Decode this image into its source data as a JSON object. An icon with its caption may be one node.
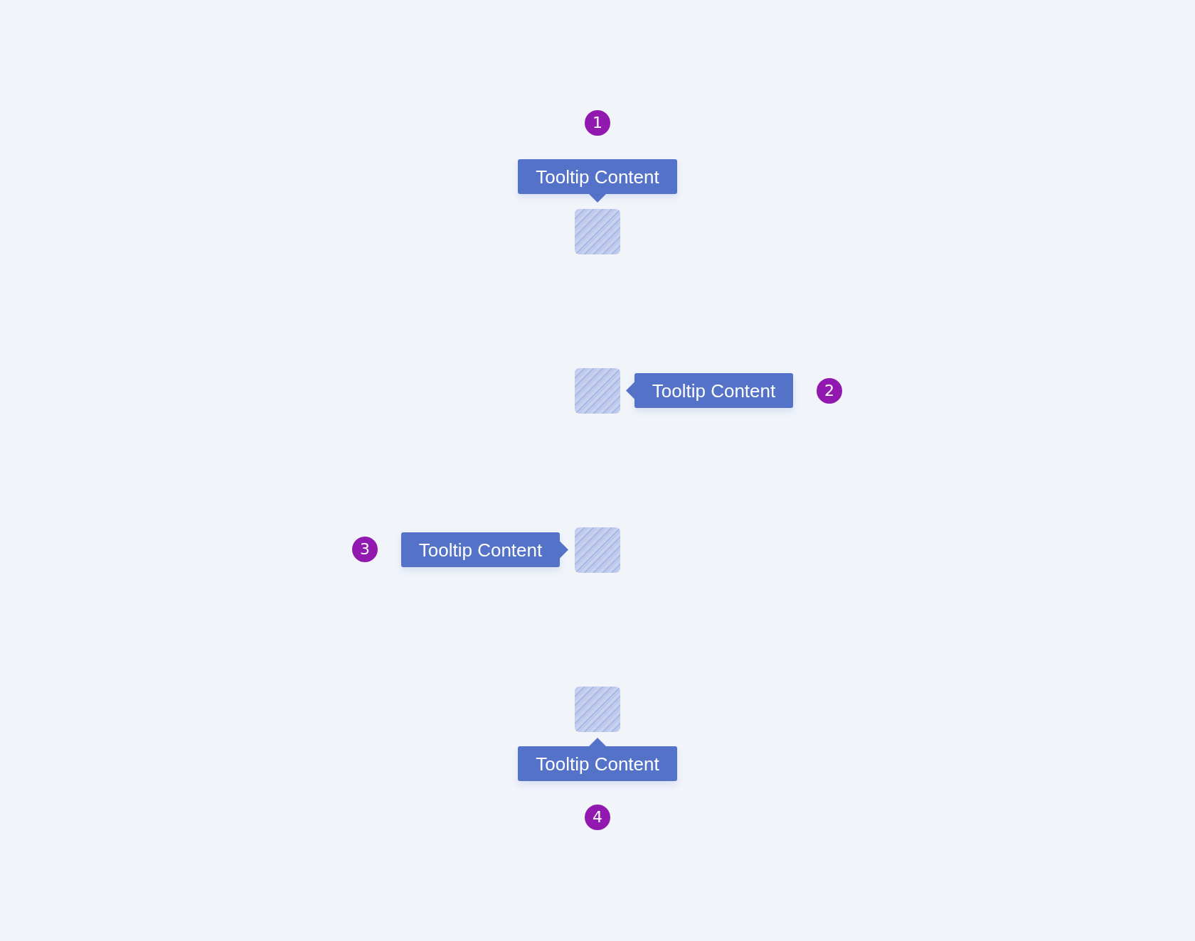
{
  "diagram": {
    "nodes": [
      {
        "text": [
          "Tooltip Content"
        ]
      },
      {
        "text": [],
        "shape": "box"
      },
      {
        "text": [],
        "shape": "box"
      },
      {
        "text": [
          "Tooltip Content"
        ]
      },
      {
        "text": [
          "Tooltip Content"
        ]
      },
      {
        "text": [],
        "shape": "box"
      },
      {
        "text": [],
        "shape": "box"
      },
      {
        "text": [
          "Tooltip Content"
        ]
      }
    ],
    "edges": [
      {
        "from": 0,
        "to": 1,
        "arrow": "to"
      },
      {
        "from": 3,
        "to": 2,
        "arrow": "to"
      },
      {
        "from": 4,
        "to": 5,
        "arrow": "to"
      },
      {
        "from": 7,
        "to": 6,
        "arrow": "to"
      }
    ],
    "labels": [
      "1",
      "2",
      "3",
      "4"
    ]
  }
}
